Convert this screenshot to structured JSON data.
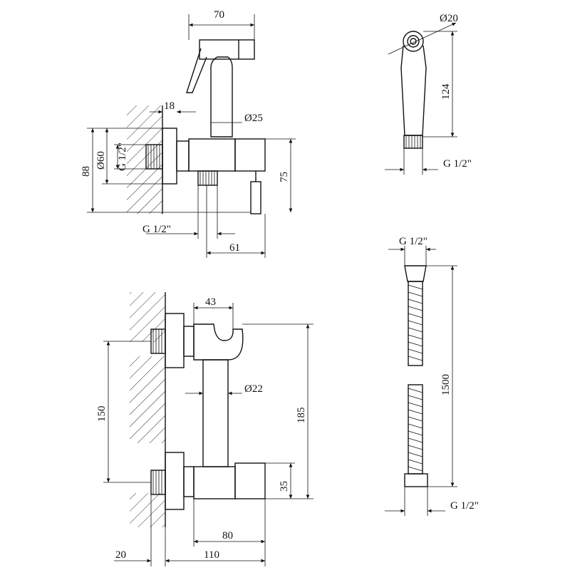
{
  "drawing": {
    "top_left_view": {
      "width_sprayer": "70",
      "flange_depth": "18",
      "tube_diameter": "Ø25",
      "flange_diameter": "Ø60",
      "inlet_thread": "G 1/2\"",
      "overall_height": "88",
      "body_height": "75",
      "bottom_thread": "G 1/2\"",
      "bottom_offset": "61"
    },
    "top_right_view": {
      "head_diameter": "Ø20",
      "sprayer_length": "124",
      "sprayer_thread": "G 1/2\""
    },
    "hose_view": {
      "top_thread": "G 1/2\"",
      "hose_length": "1500",
      "bottom_thread": "G 1/2\""
    },
    "bottom_left_view": {
      "holder_width": "43",
      "tube_diameter": "Ø22",
      "inlet_spacing": "150",
      "overall_height": "185",
      "body_height": "35",
      "body_width": "80",
      "flange_depth": "20",
      "overall_depth": "110"
    }
  }
}
